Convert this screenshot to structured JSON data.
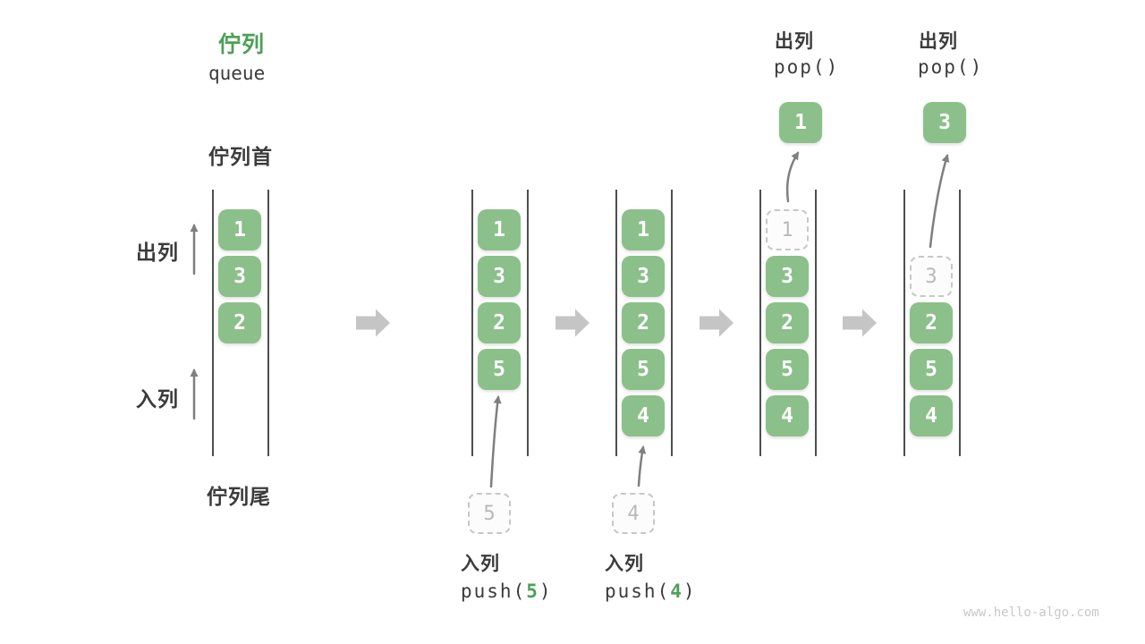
{
  "title": {
    "zh": "佇列",
    "en": "queue"
  },
  "side_labels": {
    "front": "佇列首",
    "rear": "佇列尾",
    "dequeue": "出列",
    "enqueue": "入列"
  },
  "watermark": "www.hello-algo.com",
  "colors": {
    "accent_green": "#4DA057",
    "box_green": "#8CC08A",
    "box_digit": "#FFFFFF",
    "ghost_digit": "#B9B9B9",
    "ghost_border": "#C7C7C7",
    "ghost_fill": "#FCFCFC",
    "big_arrow": "#C5C5C5",
    "small_arrow": "#7F7F7F",
    "rail": "#4F4F4F",
    "text_dark": "#3B3B3B",
    "watermark": "#C9C9C9"
  },
  "columns": [
    {
      "slots": [
        {
          "row": 0,
          "value": "1",
          "type": "solid"
        },
        {
          "row": 1,
          "value": "3",
          "type": "solid"
        },
        {
          "row": 2,
          "value": "2",
          "type": "solid"
        }
      ]
    },
    {
      "slots": [
        {
          "row": 0,
          "value": "1",
          "type": "solid"
        },
        {
          "row": 1,
          "value": "3",
          "type": "solid"
        },
        {
          "row": 2,
          "value": "2",
          "type": "solid"
        },
        {
          "row": 3,
          "value": "5",
          "type": "solid"
        }
      ],
      "push": {
        "label": "入列",
        "fn_open": "push(",
        "arg": "5",
        "fn_close": ")",
        "staged_value": "5"
      }
    },
    {
      "slots": [
        {
          "row": 0,
          "value": "1",
          "type": "solid"
        },
        {
          "row": 1,
          "value": "3",
          "type": "solid"
        },
        {
          "row": 2,
          "value": "2",
          "type": "solid"
        },
        {
          "row": 3,
          "value": "5",
          "type": "solid"
        },
        {
          "row": 4,
          "value": "4",
          "type": "solid"
        }
      ],
      "push": {
        "label": "入列",
        "fn_open": "push(",
        "arg": "4",
        "fn_close": ")",
        "staged_value": "4"
      }
    },
    {
      "slots": [
        {
          "row": 0,
          "value": "1",
          "type": "ghost"
        },
        {
          "row": 1,
          "value": "3",
          "type": "solid"
        },
        {
          "row": 2,
          "value": "2",
          "type": "solid"
        },
        {
          "row": 3,
          "value": "5",
          "type": "solid"
        },
        {
          "row": 4,
          "value": "4",
          "type": "solid"
        }
      ],
      "pop": {
        "label": "出列",
        "code": "pop()",
        "value": "1"
      }
    },
    {
      "slots": [
        {
          "row": 1,
          "value": "3",
          "type": "ghost"
        },
        {
          "row": 2,
          "value": "2",
          "type": "solid"
        },
        {
          "row": 3,
          "value": "5",
          "type": "solid"
        },
        {
          "row": 4,
          "value": "4",
          "type": "solid"
        }
      ],
      "pop": {
        "label": "出列",
        "code": "pop()",
        "value": "3"
      }
    }
  ]
}
